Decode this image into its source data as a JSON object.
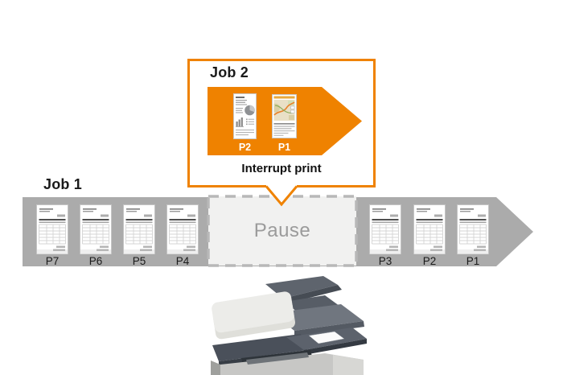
{
  "colors": {
    "accent_orange": "#EF8200",
    "queue_gray": "#ABABAB",
    "pause_fill": "#F1F1F0",
    "pause_dash": "#B8B8B8",
    "pause_text": "#9B9B9B",
    "text": "#1A1A1A"
  },
  "job2": {
    "title": "Job 2",
    "caption": "Interrupt print",
    "pages": [
      {
        "label": "P2",
        "icon": "report-page-icon"
      },
      {
        "label": "P1",
        "icon": "map-page-icon"
      }
    ]
  },
  "job1": {
    "title": "Job 1",
    "pause_label": "Pause",
    "pages_left": [
      {
        "label": "P7"
      },
      {
        "label": "P6"
      },
      {
        "label": "P5"
      },
      {
        "label": "P4"
      }
    ],
    "pages_right": [
      {
        "label": "P3"
      },
      {
        "label": "P2"
      },
      {
        "label": "P1"
      }
    ]
  }
}
